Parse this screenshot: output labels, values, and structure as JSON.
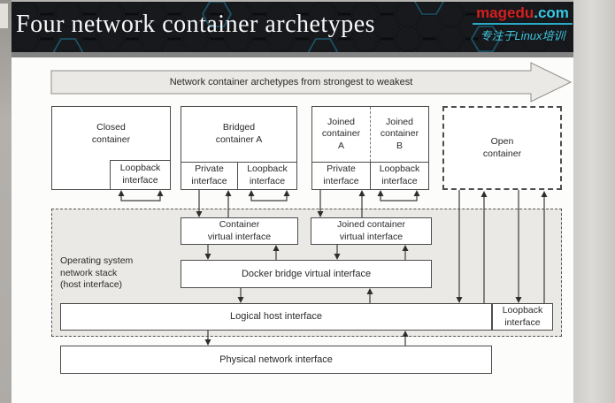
{
  "header": {
    "title": "Four network container archetypes",
    "brand": {
      "name_red": "magedu",
      "name_cyan": ".com",
      "tagline": "专注于Linux培训"
    }
  },
  "colors": {
    "brand_red": "#d31f1f",
    "brand_cyan": "#36c8e4",
    "header_bg": "#16181c",
    "panel_gray": "#eae9e6",
    "box_border": "#4d4d4d"
  },
  "diagram": {
    "banner_label": "Network container archetypes from strongest to weakest",
    "closed": {
      "title": "Closed\ncontainer",
      "loopback": "Loopback\ninterface"
    },
    "bridged": {
      "title": "Bridged\ncontainer A",
      "private": "Private\ninterface",
      "loopback": "Loopback\ninterface"
    },
    "joined": {
      "title_a": "Joined\ncontainer\nA",
      "title_b": "Joined\ncontainer\nB",
      "private": "Private\ninterface",
      "loopback": "Loopback\ninterface"
    },
    "open": {
      "title": "Open\ncontainer"
    },
    "os_stack": {
      "label": "Operating system\nnetwork stack\n(host interface)",
      "container_vi": "Container\nvirtual interface",
      "joined_vi": "Joined container\nvirtual interface",
      "docker_bridge": "Docker bridge virtual interface",
      "logical_host": "Logical host interface",
      "loopback": "Loopback\ninterface"
    },
    "physical": "Physical network interface"
  }
}
